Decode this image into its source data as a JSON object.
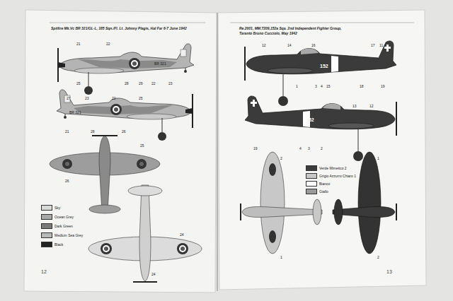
{
  "diagram": {
    "labels": [
      "Spitfire Mk.Vc BR 321/GL-L, 185 Sqn./Fl. Lt. Johnny Plagis, Hal Far 6-7 June 1942",
      "Re.2001, MM.7209,152a Sqa. 2nd Independent Fighter Group,",
      "Taranto Bruno Cucciolo, May 1942",
      "12",
      "13",
      "21",
      "22",
      "BR 321",
      "25",
      "28",
      "29",
      "22",
      "23",
      "27",
      "23",
      "22",
      "25",
      "BR 321",
      "21",
      "28",
      "26",
      "25",
      "26",
      "24",
      "24",
      "12",
      "14",
      "16",
      "17",
      "11",
      "152",
      "1",
      "3",
      "4",
      "15",
      "18",
      "19",
      "19",
      "4",
      "3",
      "2",
      "152",
      "13",
      "12",
      "2",
      "1",
      "1",
      "2"
    ],
    "legend": [
      {
        "text": "Sky",
        "color": "#d9d9d9"
      },
      {
        "text": "Ocean Grey",
        "color": "#a9a9a9"
      },
      {
        "text": "Dark Green",
        "color": "#7a7a7a"
      },
      {
        "text": "Medium Sea Grey",
        "color": "#b9b9b9"
      },
      {
        "text": "Black",
        "color": "#222222"
      },
      {
        "text": "Verde Mimetico 2",
        "color": "#3b3b3b"
      },
      {
        "text": "Grigio Azzurro Chiaro 1",
        "color": "#c8c8c8"
      },
      {
        "text": "Bianco",
        "color": "#ffffff"
      },
      {
        "text": "Giallo",
        "color": "#9a9a9a"
      }
    ]
  }
}
